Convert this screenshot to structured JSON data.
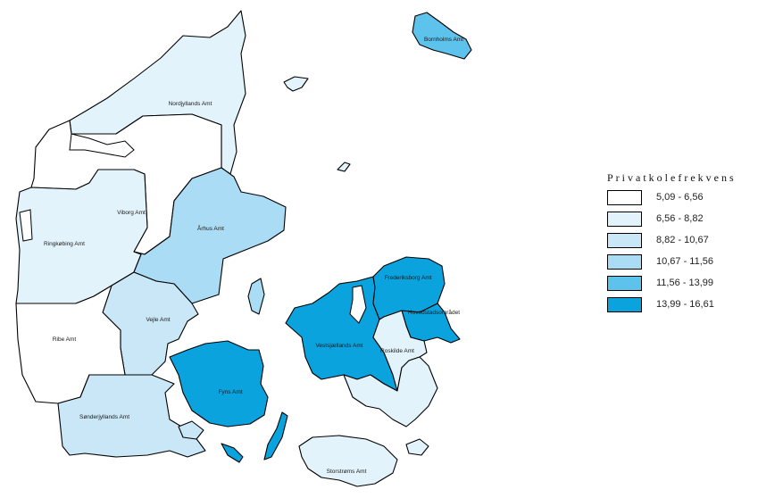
{
  "legend": {
    "title": "Privatkolefrekvens",
    "classes": [
      {
        "range": "5,09 - 6,56",
        "color": "#ffffff"
      },
      {
        "range": "6,56 - 8,82",
        "color": "#e3f3fb"
      },
      {
        "range": "8,82 - 10,67",
        "color": "#c9e7f7"
      },
      {
        "range": "10,67 - 11,56",
        "color": "#aadcf5"
      },
      {
        "range": "11,56 - 13,99",
        "color": "#5ec3ec"
      },
      {
        "range": "13,99 - 16,61",
        "color": "#0aa3dd"
      }
    ]
  },
  "regions": {
    "nordjyllands": {
      "label": "Nordjyllands Amt",
      "class_index": 1
    },
    "viborg": {
      "label": "Viborg Amt",
      "class_index": 0
    },
    "ringkobing": {
      "label": "Ringkøbing Amt",
      "class_index": 1
    },
    "arhus": {
      "label": "Århus Amt",
      "class_index": 3
    },
    "vejle": {
      "label": "Vejle Amt",
      "class_index": 2
    },
    "ribe": {
      "label": "Ribe Amt",
      "class_index": 0
    },
    "sonderjyllands": {
      "label": "Sønderjyllands Amt",
      "class_index": 2
    },
    "fyns": {
      "label": "Fyns Amt",
      "class_index": 5
    },
    "vestsjaellands": {
      "label": "Vestsjællands Amt",
      "class_index": 5
    },
    "frederiksborg": {
      "label": "Frederiksborg Amt",
      "class_index": 5
    },
    "hovedstadsomradet": {
      "label": "Hovedstadsområdet",
      "class_index": 5
    },
    "roskilde": {
      "label": "Roskilde Amt",
      "class_index": 1
    },
    "storstroms": {
      "label": "Storstrøms Amt",
      "class_index": 1
    },
    "bornholms": {
      "label": "Bornholms Amt",
      "class_index": 4
    }
  }
}
